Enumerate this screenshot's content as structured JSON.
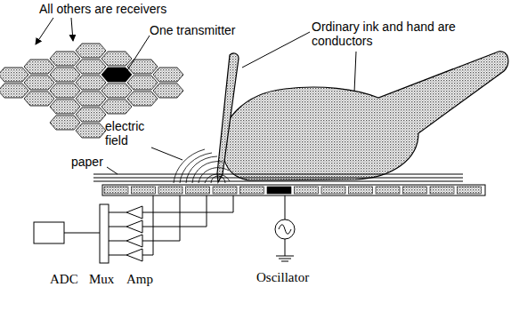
{
  "diagram": {
    "labels": [
      "All others are receivers",
      "One transmitter",
      "Ordinary ink and hand are conductors",
      "electric field",
      "paper",
      "ADC",
      "Mux",
      "Amp",
      "Oscillator"
    ]
  }
}
